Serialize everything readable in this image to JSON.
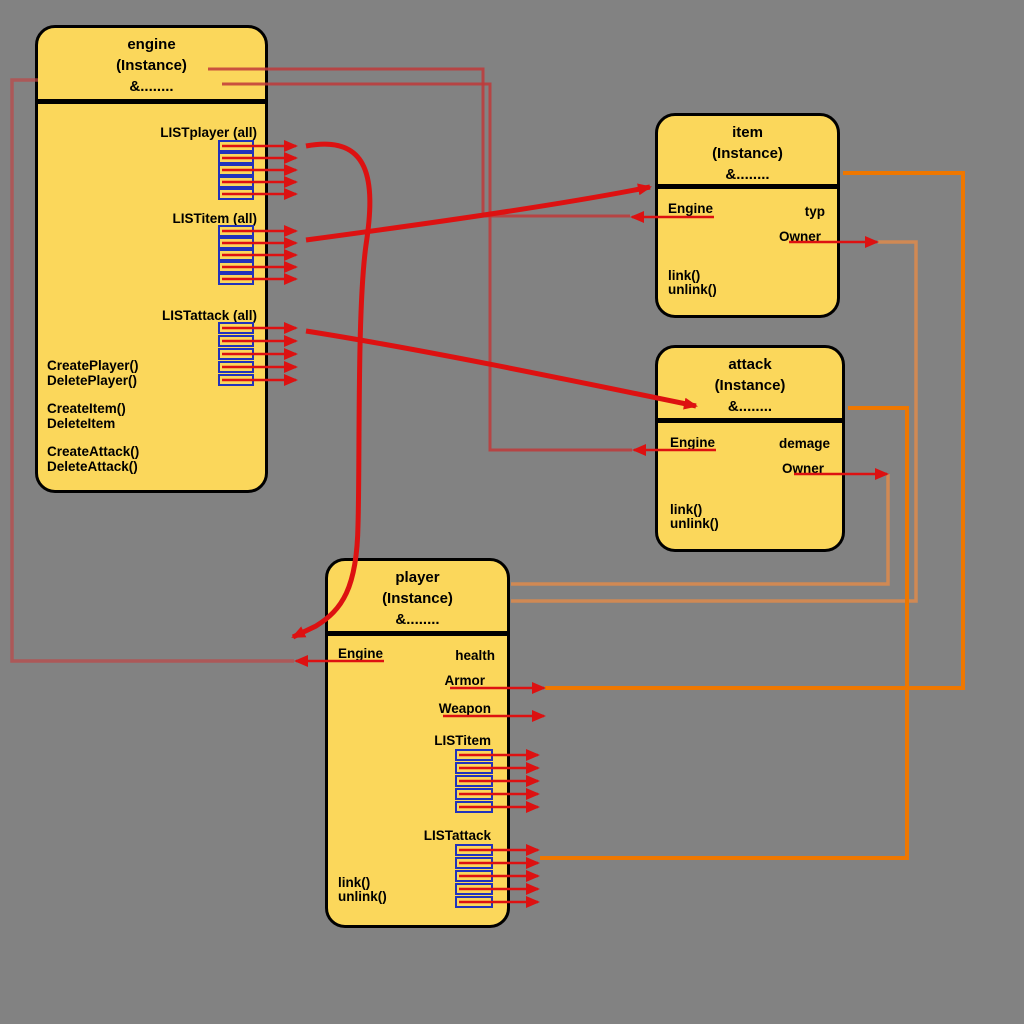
{
  "diagram": {
    "background_color": "#828282",
    "box_fill": "#FBD75B",
    "box_border": "#000000",
    "pointer_red": "#DD1111",
    "link_red": "#C03A3A",
    "faded_red": "#BE4646",
    "owner_orange": "#D8894F",
    "bright_orange": "#EE7700",
    "list_cell_blue": "#2233BB"
  },
  "boxes": {
    "engine": {
      "title": "engine",
      "instance": "(Instance)",
      "reference": "&........",
      "lists": {
        "player": "LISTplayer (all)",
        "item": "LISTitem (all)",
        "attack": "LISTattack (all)"
      },
      "methods": [
        "CreatePlayer()",
        "DeletePlayer()",
        "CreateItem()",
        "DeleteItem",
        "CreateAttack()",
        "DeleteAttack()"
      ]
    },
    "item": {
      "title": "item",
      "instance": "(Instance)",
      "reference": "&........",
      "fields": {
        "engine": "Engine",
        "typ": "typ",
        "owner": "Owner"
      },
      "methods": [
        "link()",
        "unlink()"
      ]
    },
    "attack": {
      "title": "attack",
      "instance": "(Instance)",
      "reference": "&........",
      "fields": {
        "engine": "Engine",
        "demage": "demage",
        "owner": "Owner"
      },
      "methods": [
        "link()",
        "unlink()"
      ]
    },
    "player": {
      "title": "player",
      "instance": "(Instance)",
      "reference": "&........",
      "fields": {
        "engine": "Engine",
        "health": "health",
        "armor": "Armor",
        "weapon": "Weapon"
      },
      "lists": {
        "item": "LISTitem",
        "attack": "LISTattack"
      },
      "methods": [
        "link()",
        "unlink()"
      ]
    }
  }
}
